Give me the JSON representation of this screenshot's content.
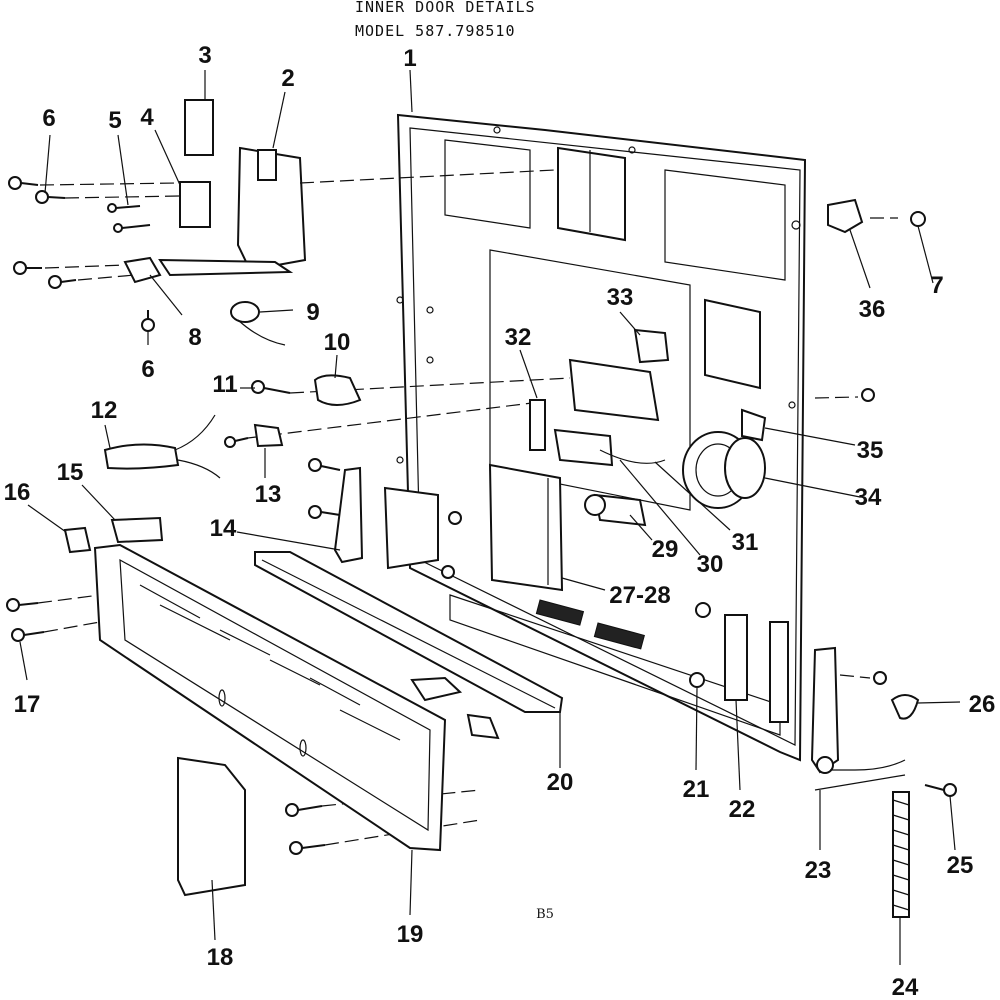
{
  "header": {
    "title": "INNER DOOR DETAILS",
    "model": "MODEL 587.798510"
  },
  "page_code": "B5",
  "callouts": [
    "1",
    "2",
    "3",
    "4",
    "5",
    "6",
    "6",
    "7",
    "8",
    "9",
    "10",
    "11",
    "12",
    "13",
    "14",
    "15",
    "16",
    "17",
    "18",
    "19",
    "20",
    "21",
    "22",
    "23",
    "24",
    "25",
    "26",
    "27-28",
    "29",
    "30",
    "31",
    "32",
    "33",
    "34",
    "35",
    "36"
  ]
}
